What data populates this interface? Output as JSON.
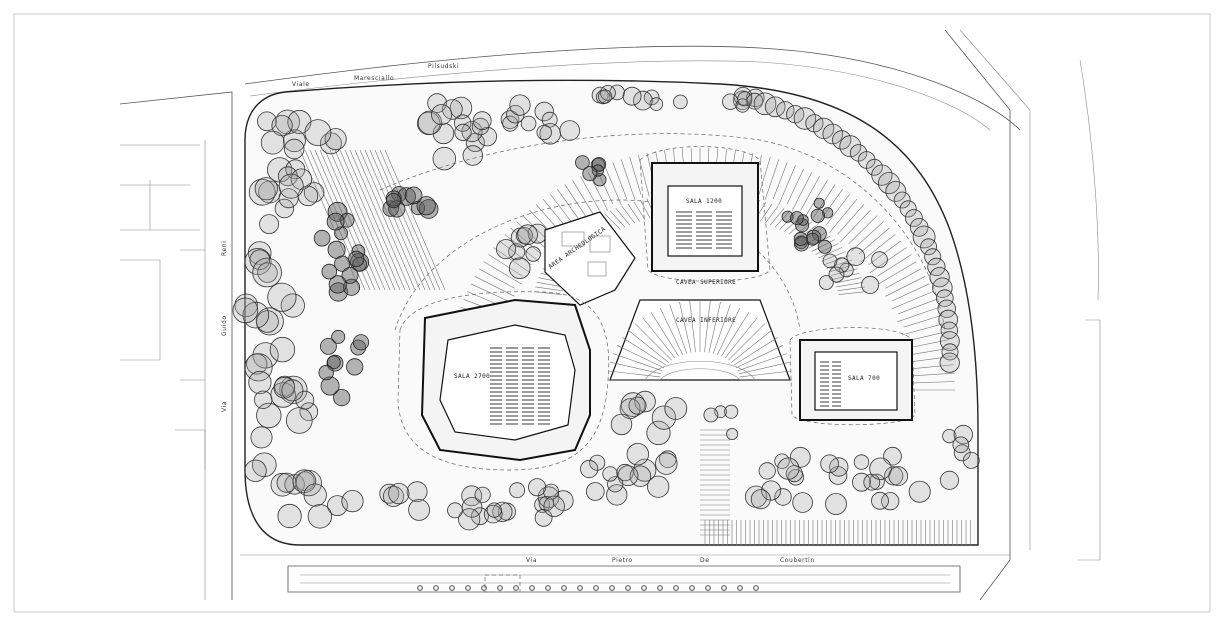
{
  "halls": {
    "sala_large": "SALA 2700",
    "sala_mid": "SALA 1200",
    "sala_small": "SALA 700",
    "cavea_superiore": "CAVEA SUPERIORE",
    "cavea_inferiore": "CAVEA INFERIORE",
    "area_archeologica": "AREA ARCHEOLOGICA"
  },
  "streets": {
    "top_1": "Viale",
    "top_2": "Maresciallo",
    "top_3": "Pilsudski",
    "left_1": "Guido",
    "left_2": "Reni",
    "left_3": "Via",
    "bottom_1": "Via",
    "bottom_2": "Pietro",
    "bottom_3": "De",
    "bottom_4": "Coubertin"
  }
}
